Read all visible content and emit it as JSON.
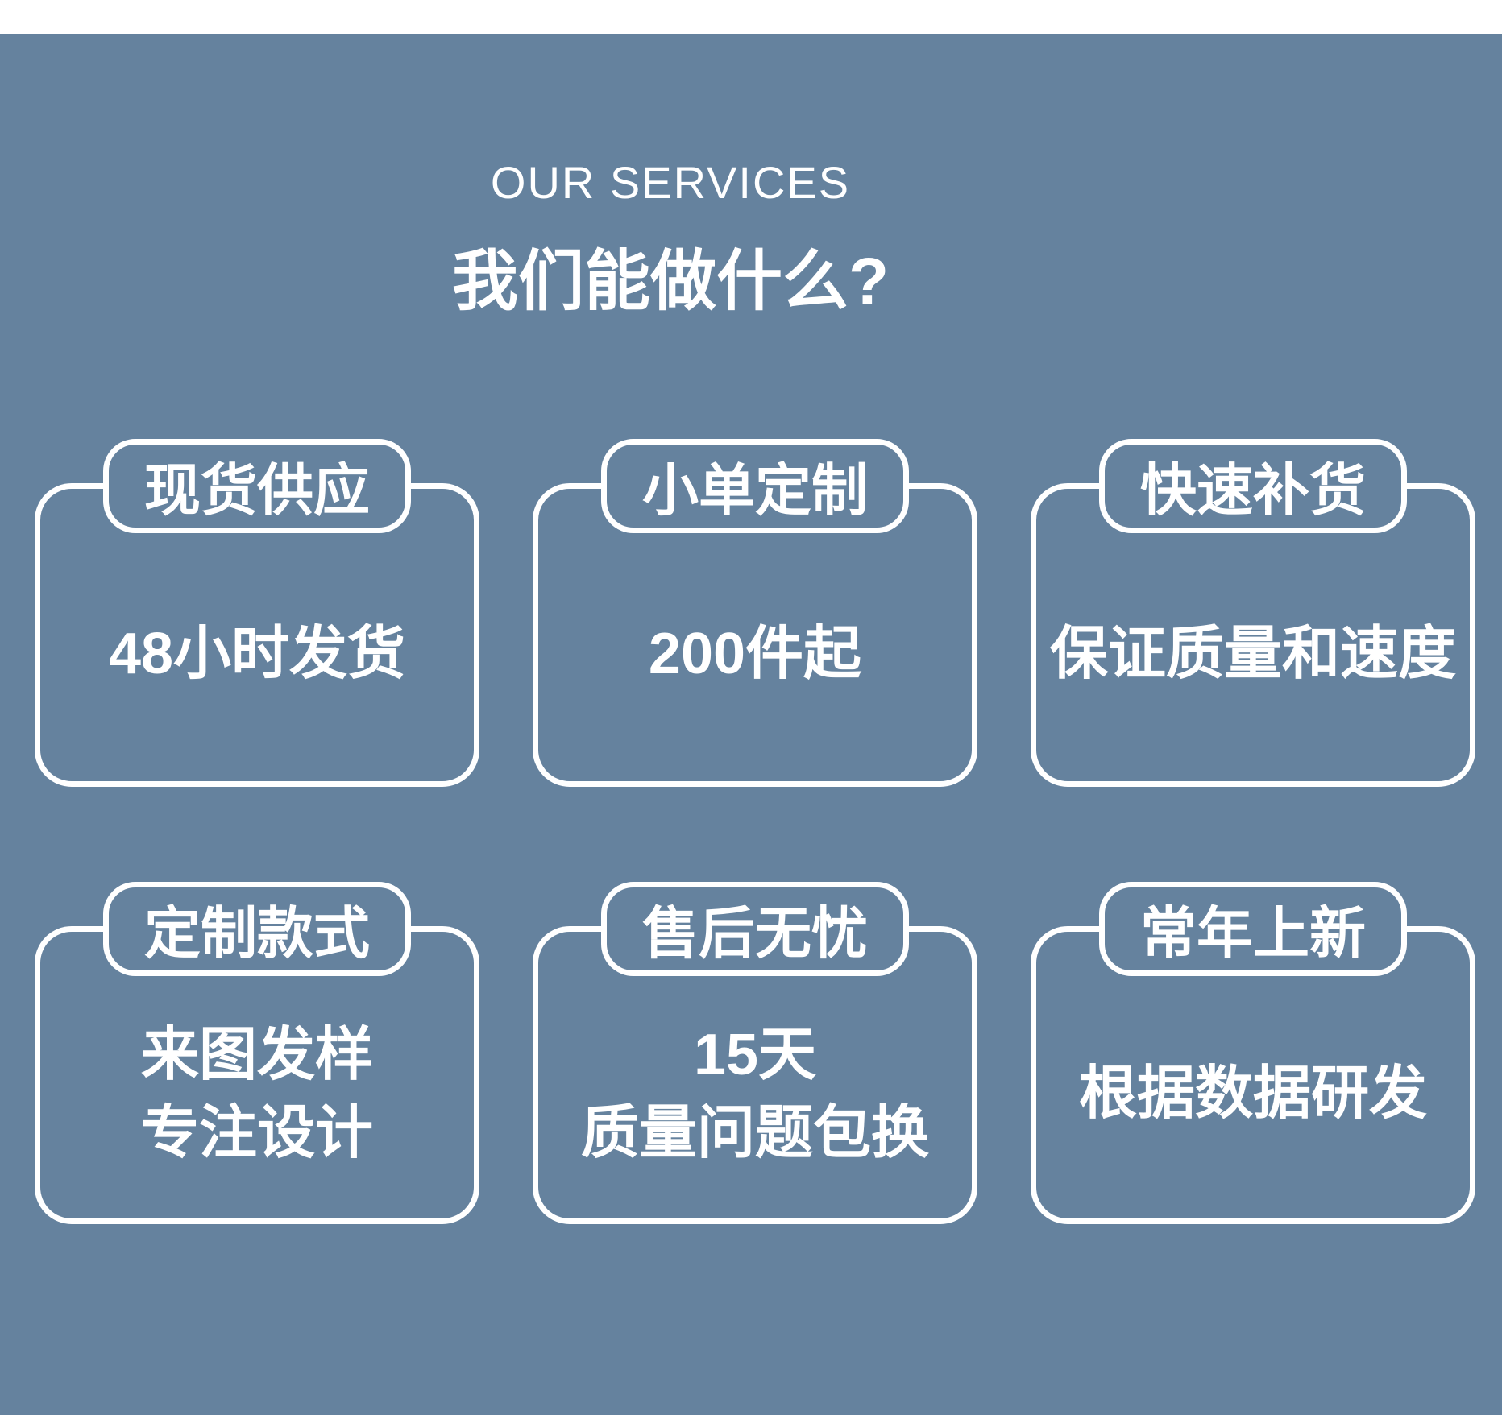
{
  "page": {
    "background_color": "#65829E",
    "text_color": "#FFFFFF",
    "top_band_color": "#FFFFFF"
  },
  "header": {
    "subtitle": "OUR SERVICES",
    "title": "我们能做什么?"
  },
  "cards": [
    {
      "badge": "现货供应",
      "lines": [
        "48小时发货"
      ]
    },
    {
      "badge": "小单定制",
      "lines": [
        "200件起"
      ]
    },
    {
      "badge": "快速补货",
      "lines": [
        "保证质量和速度"
      ]
    },
    {
      "badge": "定制款式",
      "lines": [
        "来图发样",
        "专注设计"
      ]
    },
    {
      "badge": "售后无忧",
      "lines": [
        "15天",
        "质量问题包换"
      ]
    },
    {
      "badge": "常年上新",
      "lines": [
        "根据数据研发"
      ]
    }
  ]
}
